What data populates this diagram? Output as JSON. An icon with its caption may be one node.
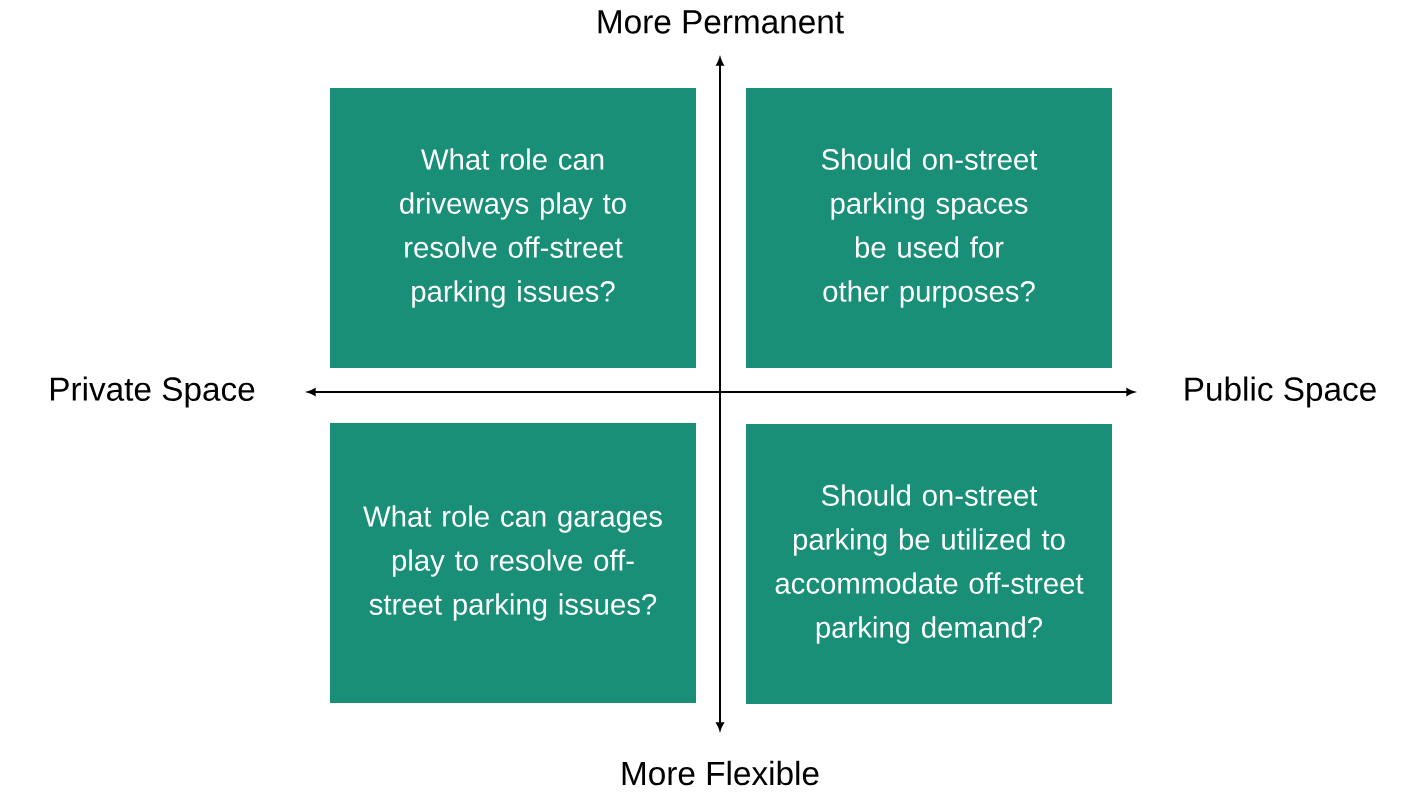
{
  "diagram": {
    "nodes": [
      {
        "text": [
          "What role can driveways play to resolve off-street parking issues?"
        ]
      },
      {
        "text": [
          "Should on-street parking spaces be used for other purposes?"
        ]
      },
      {
        "text": [
          "What role can garages play to resolve off-street parking issues?"
        ]
      },
      {
        "text": [
          "Should on-street parking be utilized to accommodate off-street parking demand?"
        ]
      }
    ],
    "edges": [],
    "labels": [
      "More Permanent",
      "Private Space",
      "Public Space",
      "More Flexible"
    ]
  }
}
